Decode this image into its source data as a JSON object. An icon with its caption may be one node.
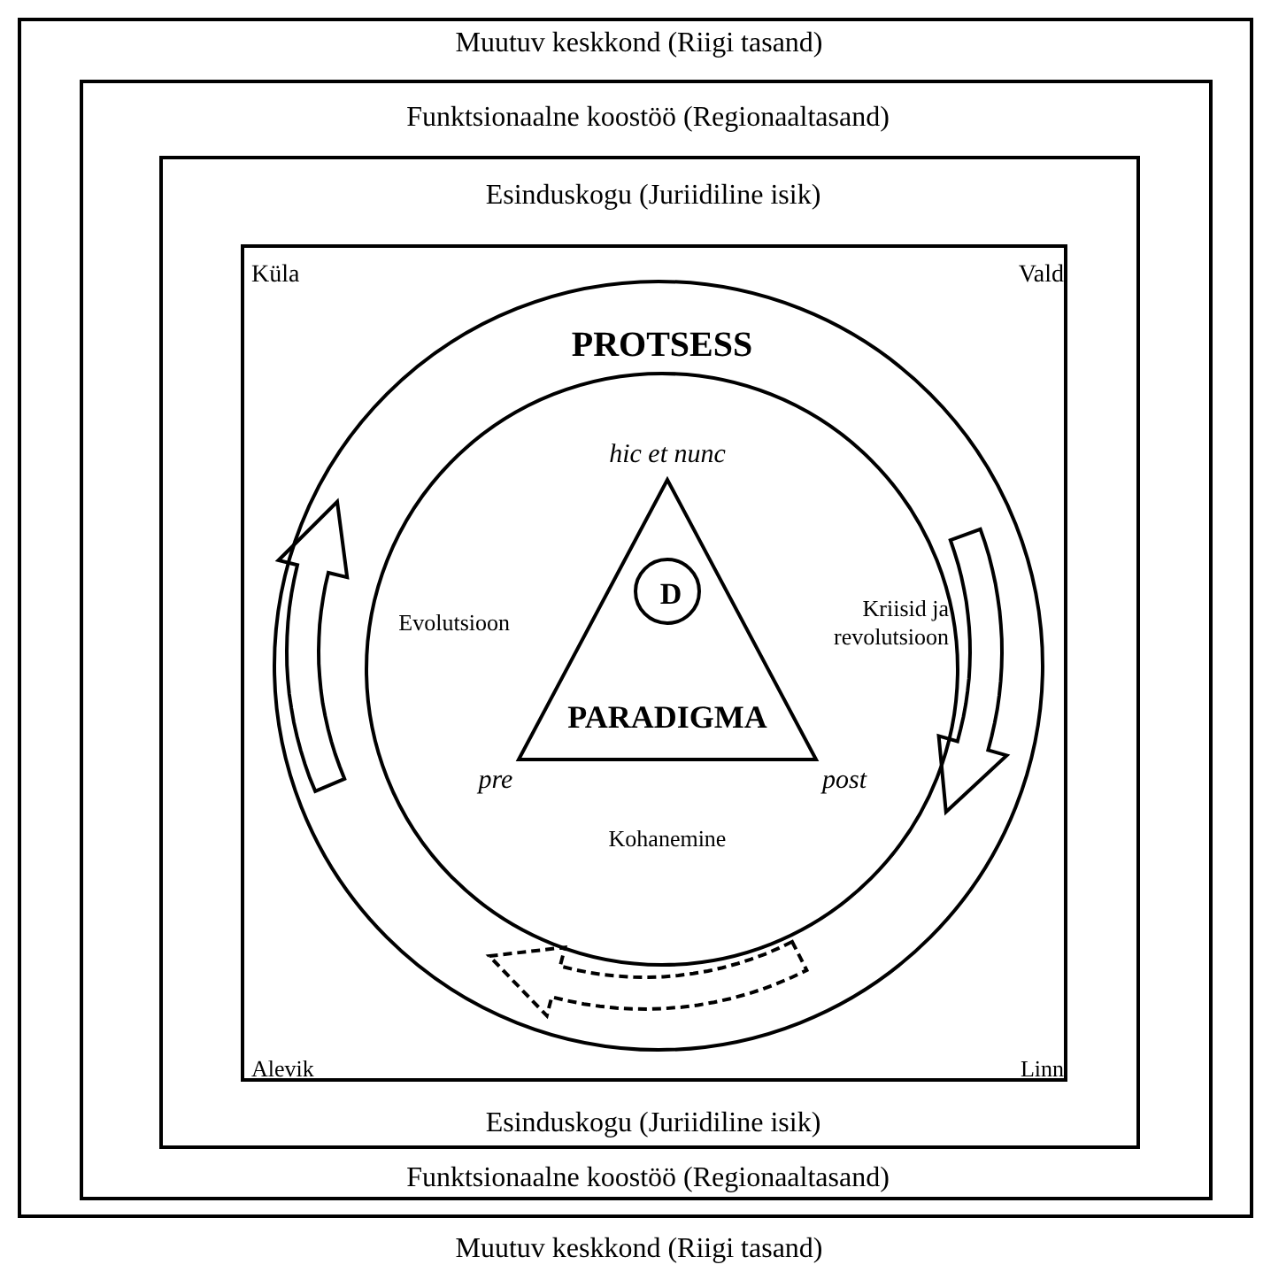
{
  "diagram": {
    "nodes": [
      {
        "text": [
          "Muutuv keskkond (Riigi tasand)",
          "Muutuv keskkond (Riigi tasand)"
        ]
      },
      {
        "text": [
          "Funktsionaalne koostöö (Regionaaltasand)",
          "Funktsionaalne koostöö (Regionaaltasand)"
        ],
        "in": 0
      },
      {
        "text": [
          "Esinduskogu (Juriidiline isik)",
          "Esinduskogu (Juriidiline isik)"
        ],
        "in": 1
      },
      {
        "text": [
          "Küla",
          "Vald",
          "Alevik",
          "Linn"
        ],
        "in": 2
      },
      {
        "text": [
          "PROTSESS"
        ],
        "in": 3
      },
      {
        "text": [
          "Evolutsioon",
          "Kriisid ja revolutsioon",
          "Kohanemine"
        ],
        "in": 4
      },
      {
        "text": [
          "hic et nunc",
          "PARADIGMA",
          "pre",
          "post"
        ],
        "in": 5
      },
      {
        "text": [
          "D"
        ],
        "in": 6
      }
    ]
  }
}
